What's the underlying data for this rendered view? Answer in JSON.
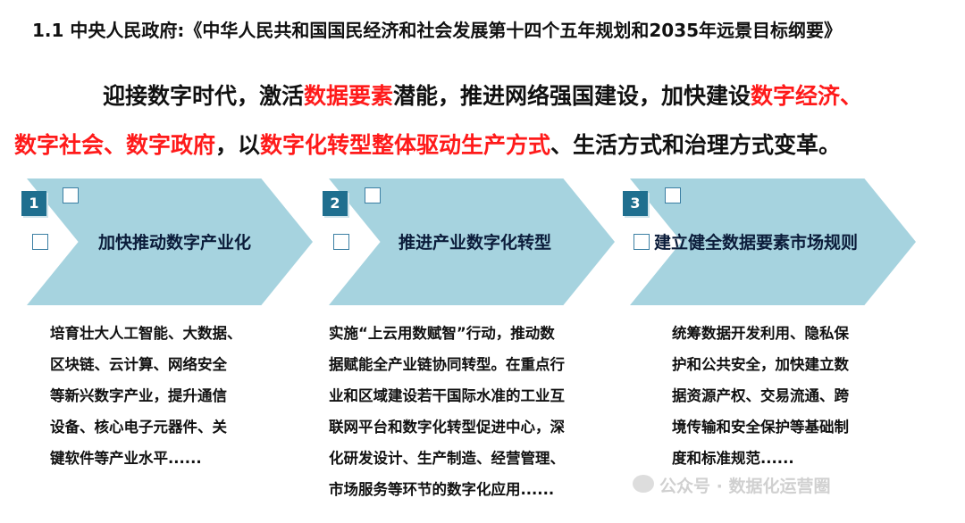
{
  "title": "1.1 中央人民政府:《中华人民共和国国民经济和社会发展第十四个五年规划和2035年远景目标纲要》",
  "lead": {
    "l1a": "迎接数字时代，激活",
    "l1b": "数据要素",
    "l1c": "潜能，推进网络强国建设，加快建设",
    "l1d": "数字经济、",
    "l2a": "数字社会、数字政府",
    "l2b": "，以",
    "l2c": "数字化转型整体驱动生产方式",
    "l2d": "、生活方式和治理方式变革。"
  },
  "items": [
    {
      "num": "1",
      "title": "加快推动数字产业化",
      "lines": [
        "培育壮大人工智能、大数据、",
        "区块链、云计算、网络安全",
        "等新兴数字产业，提升通信",
        "设备、核心电子元器件、关",
        "键软件等产业水平......"
      ]
    },
    {
      "num": "2",
      "title": "推进产业数字化转型",
      "lines": [
        "实施“上云用数赋智”行动，推动数",
        "据赋能全产业链协同转型。在重点行",
        "业和区域建设若干国际水准的工业互",
        "联网平台和数字化转型促进中心，深",
        "化研发设计、生产制造、经营管理、",
        "市场服务等环节的数字化应用......"
      ]
    },
    {
      "num": "3",
      "title": "建立健全数据要素市场规则",
      "lines": [
        "统筹数据开发利用、隐私保",
        "护和公共安全，加快建立数",
        "据资源产权、交易流通、跨",
        "境传输和安全保护等基础制",
        "度和标准规范......"
      ]
    }
  ],
  "watermark": "公众号 · 数据化运营圈",
  "colors": {
    "arrow": "#a6d3df",
    "badge": "#1f6f8f",
    "highlight": "#ff1a1a"
  }
}
